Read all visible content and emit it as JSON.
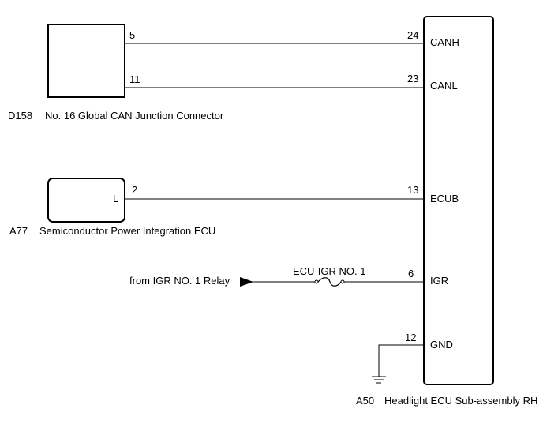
{
  "components": {
    "d158": {
      "code": "D158",
      "name": "No. 16 Global CAN Junction Connector",
      "pins": [
        "5",
        "11"
      ]
    },
    "a77": {
      "code": "A77",
      "name": "Semiconductor Power Integration ECU",
      "inner_label": "L",
      "pin": "2"
    },
    "a50": {
      "code": "A50",
      "name": "Headlight ECU Sub-assembly RH",
      "pins": [
        {
          "num": "24",
          "signal": "CANH"
        },
        {
          "num": "23",
          "signal": "CANL"
        },
        {
          "num": "13",
          "signal": "ECUB"
        },
        {
          "num": "6",
          "signal": "IGR"
        },
        {
          "num": "12",
          "signal": "GND"
        }
      ]
    }
  },
  "power_source": "from IGR NO. 1 Relay",
  "fuse_label": "ECU-IGR NO. 1",
  "colors": {
    "line": "#000000",
    "background": "#ffffff"
  }
}
